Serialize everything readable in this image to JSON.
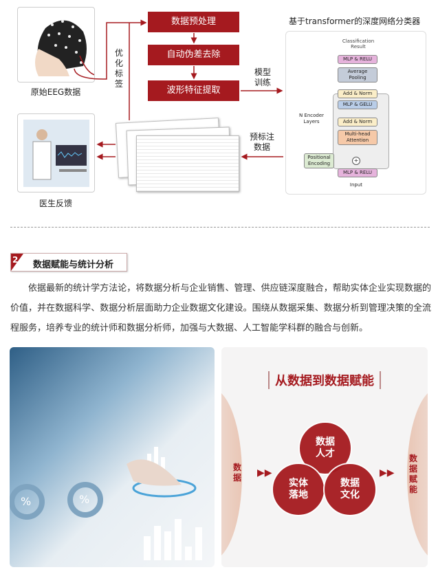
{
  "pipeline": {
    "raw_label": "原始EEG数据",
    "doctor_label": "医生反馈",
    "steps": [
      "数据预处理",
      "自动伪差去除",
      "波形特征提取"
    ],
    "optimize_label": "优化标签",
    "train_label": "模型训练",
    "prelabel_label": "预标注数据"
  },
  "transformer": {
    "title": "基于transformer的深度网络分类器",
    "result": "Classification Result",
    "mlp_top": "MLP & RELU",
    "pooling": "Average Pooling",
    "add_norm": "Add & Norm",
    "mlp_gelu": "MLP & GELU",
    "attention": "Multi-head Attention",
    "encoder_layers": "N Encoder Layers",
    "positional": "Positional Encoding",
    "plus": "+",
    "mlp_bottom": "MLP & RELU",
    "input": "Input"
  },
  "section": {
    "number": "2",
    "title": "数据赋能与统计分析",
    "paragraph": "依据最新的统计学方法论，将数据分析与企业销售、管理、供应链深度融合，帮助实体企业实现数据的价值，并在数据科学、数据分析层面助力企业数据文化建设。围绕从数据采集、数据分析到管理决策的全流程服务，培养专业的统计师和数据分析师，加强与大数据、人工智能学科群的融合与创新。"
  },
  "diagram": {
    "title": "从数据到数据赋能",
    "left": "数据",
    "right": "数据赋能",
    "circles": [
      "数据人才",
      "实体落地",
      "数据文化"
    ],
    "accent": "#a51a1f"
  }
}
